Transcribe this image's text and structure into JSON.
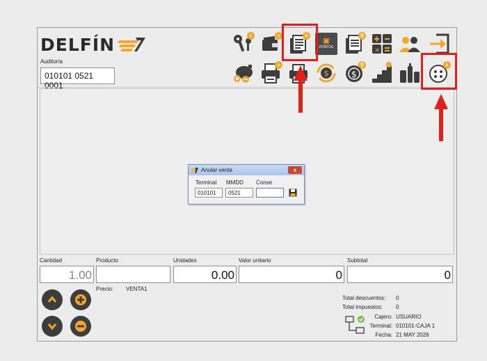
{
  "app": {
    "logo_text": "DELFÍN",
    "auditoria_label": "Auditoría",
    "auditoria_value": "010101 0521 0001"
  },
  "toolbar": {
    "puntos_label": "PUNTOS",
    "icons": [
      "keys-icon",
      "wallet-icon",
      "documents-icon",
      "puntos-gift-icon",
      "documents-search-icon",
      "calculator-icon",
      "users-icon",
      "exit-icon",
      "piggy-bank-icon",
      "printer-icon",
      "printer-documents-icon",
      "cash-refresh-icon",
      "coin-search-icon",
      "stairs-money-icon",
      "bottles-icon",
      "button-cancel-icon"
    ]
  },
  "dialog": {
    "title": "Anular venta",
    "close_label": "x",
    "terminal_label": "Terminal",
    "mmdd_label": "MMDD",
    "conse_label": "Conse",
    "terminal_value": "010101",
    "mmdd_value": "0521",
    "conse_value": ""
  },
  "fields": {
    "cantidad_label": "Cantidad",
    "producto_label": "Producto",
    "unidades_label": "Unidades",
    "valor_unitario_label": "Valor unitario",
    "subtotal_label": "Subtotal",
    "cantidad_value": "1.00",
    "producto_value": "",
    "unidades_value": "0.00",
    "valor_unitario_value": "0",
    "subtotal_value": "0"
  },
  "precio": {
    "label": "Precio:",
    "value": "VENTA1"
  },
  "totals": {
    "descuentos_label": "Total descuentos:",
    "descuentos_value": "0",
    "impuestos_label": "Total impuestos:",
    "impuestos_value": "0"
  },
  "session": {
    "cajero_label": "Cajero:",
    "cajero_value": "USUARIO",
    "terminal_label": "Terminal:",
    "terminal_value": "010101-CAJA 1",
    "fecha_label": "Fecha:",
    "fecha_value": "21 MAY 2026"
  },
  "colors": {
    "accent_orange": "#f2a726",
    "highlight_red": "#e0201b",
    "icon_dark": "#3d3d3d"
  }
}
